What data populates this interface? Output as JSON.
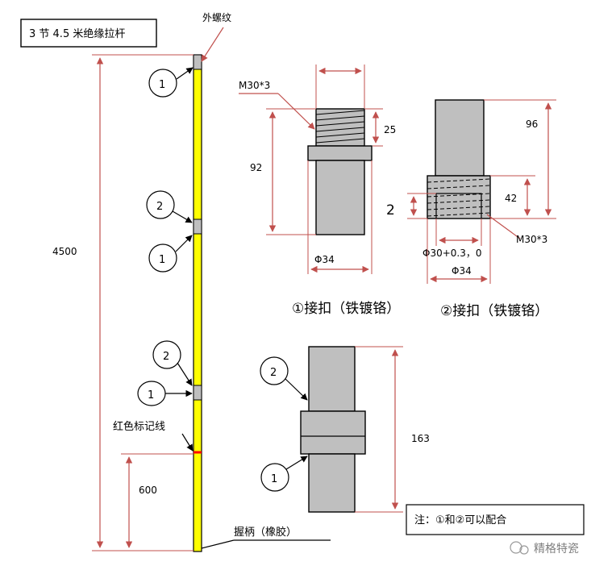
{
  "title": "3 节 4.5 米绝缘拉杆",
  "labels": {
    "outer_thread": "外螺纹",
    "red_line": "红色标记线",
    "handle": "握柄（橡胶）",
    "note": "注：①和②可以配合",
    "part1_caption": "①接扣（铁镀铬）",
    "part2_caption": "②接扣（铁镀铬）",
    "watermark": "精格特瓷"
  },
  "dims": {
    "total_length": "4500",
    "handle_length": "600",
    "p1_thread": "M30*3",
    "p1_thread_len": "25",
    "p1_length": "92",
    "p1_diameter": "Φ34",
    "p2_length": "96",
    "p2_thread_depth": "42",
    "p2_side": "2",
    "p2_thread": "M30*3",
    "p2_inner_diameter": "Φ30+0.3，0",
    "p2_diameter": "Φ34",
    "assembly_length": "163"
  },
  "callouts": {
    "c1": "1",
    "c2": "2"
  },
  "colors": {
    "rod": "#ffff00",
    "joint": "#bfbfbf",
    "red_mark": "#ff0000",
    "dimension": "#c0504d"
  }
}
